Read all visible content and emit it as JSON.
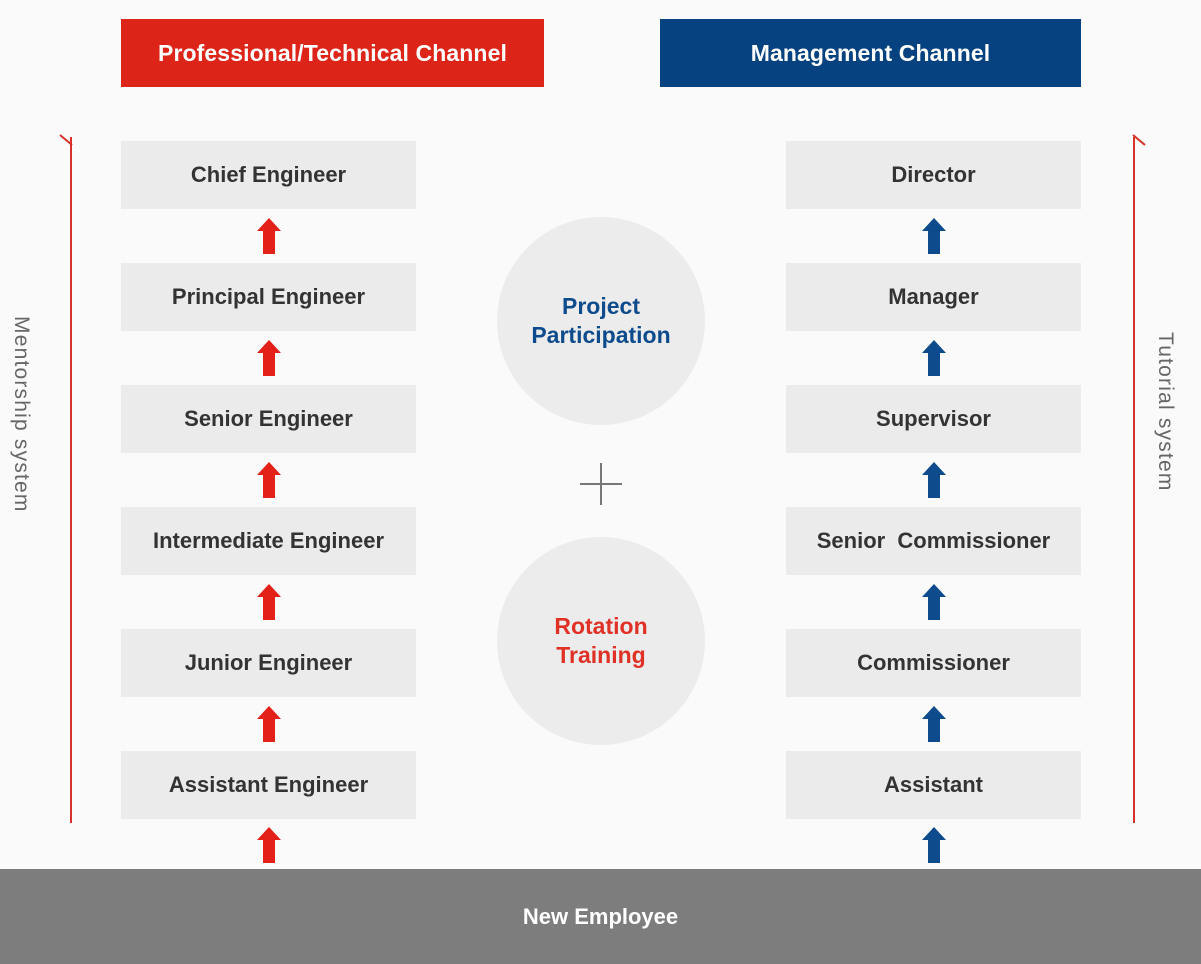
{
  "headers": {
    "left": {
      "label": "Professional/Technical Channel",
      "color": "#dc2418"
    },
    "right": {
      "label": "Management Channel",
      "color": "#06427f"
    }
  },
  "technical_track": {
    "arrow_color": "#e32119",
    "levels": [
      "Chief Engineer",
      "Principal Engineer",
      "Senior Engineer",
      "Intermediate Engineer",
      "Junior Engineer",
      "Assistant Engineer"
    ]
  },
  "management_track": {
    "arrow_color": "#0d4b8c",
    "levels": [
      "Director",
      "Manager",
      "Supervisor",
      "Senior  Commissioner",
      "Commissioner",
      "Assistant"
    ]
  },
  "center": {
    "project_circle": {
      "line1": "Project",
      "line2": "Participation",
      "color": "#0d4b8c"
    },
    "operator": "+",
    "rotation_circle": {
      "line1": "Rotation",
      "line2": "Training",
      "color": "#e03127"
    }
  },
  "side_labels": {
    "left": "Mentorship system",
    "right": "Tutorial system",
    "rail_color": "#d63229"
  },
  "base": {
    "label": "New Employee",
    "color": "#7d7d7d"
  }
}
